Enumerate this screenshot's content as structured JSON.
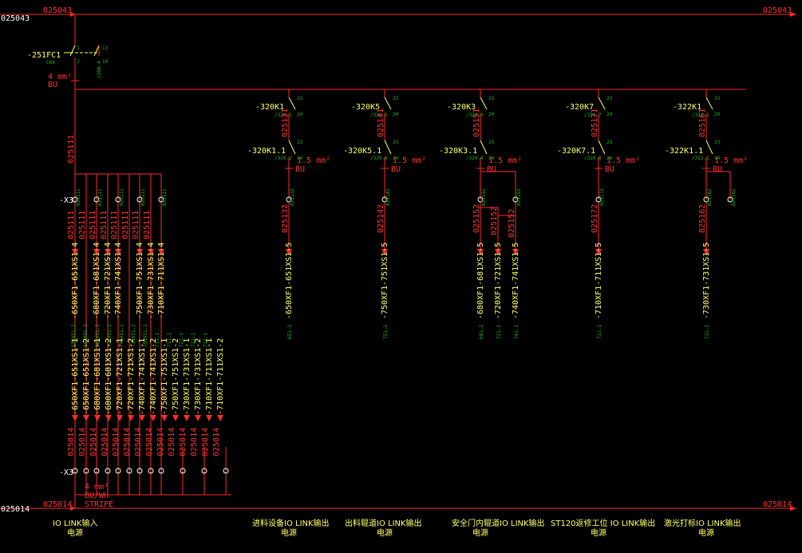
{
  "buses": {
    "top": {
      "left_label": "025043",
      "inner_label": "025043",
      "right_label": "025043"
    },
    "bottom": {
      "left_label": "025014",
      "inner_label": "025014",
      "right_label": "025014"
    }
  },
  "breaker": {
    "tag": "-251FC1",
    "rating": "C6A",
    "terminals": [
      "1",
      "2",
      "13",
      "14"
    ],
    "ref": "/260.4"
  },
  "supply_cable": {
    "size": "4 mm²",
    "color": "BU"
  },
  "supply_wire": "025111",
  "terminal_strip_top": {
    "tag": "-X3"
  },
  "terminal_strip_bottom": {
    "tag": "-X3",
    "size": "4 mm²",
    "color": "BU/WH",
    "note": "STRIPE"
  },
  "left_group": {
    "top_wires": [
      "025111",
      "025111",
      "025111",
      "025111",
      "025111",
      "025111",
      "025111",
      "025111"
    ],
    "top_terms": [
      "025111",
      "025111",
      "025111",
      "025111",
      "025111"
    ],
    "dest_top": [
      "-650XF1-651XS1-4",
      "-680XF1-681XS1-4",
      "-720XF1-721XS1-4",
      "-740XF1-741XS1-4",
      "-750XF1-751XS1-4",
      "-730XF1-731XS1-4",
      "-710XF1-711XS1-4"
    ],
    "mid_refs": [
      "651XS1.2",
      "681XS1.2",
      "681XS1.2",
      "721XS1.2",
      "741XS1.2",
      "731XS1.2",
      "751XS1.2",
      "711.1",
      "711.1",
      "721.1",
      "731.1",
      "711.1"
    ],
    "dest_bottom": [
      "-650XF1-651XS1-1",
      "-650XF1-651XS1-2",
      "-680XF1-681XS1-1",
      "-680XF1-681XS1-2",
      "-720XF1-721XS1-1",
      "-720XF1-721XS1-2",
      "-740XF1-741XS1-1",
      "-740XF1-741XS1-2",
      "-750XF1-751XS1-1",
      "-750XF1-751XS1-2",
      "-730XF1-731XS1-1",
      "-730XF1-731XS1-2",
      "-710XF1-711XS1-1",
      "-710XF1-711XS1-2"
    ],
    "bottom_wires": [
      "025014",
      "025014",
      "025014",
      "025014",
      "025014",
      "025014",
      "025014",
      "025014",
      "025014",
      "025014",
      "025014",
      "025014",
      "025014",
      "025014"
    ],
    "caption_line1": "IO LINK输入",
    "caption_line2": "电源"
  },
  "circuits": [
    {
      "relay_tag": "-320K1",
      "relay_ref": "/320.1",
      "relay_pins": [
        "23",
        "24"
      ],
      "sub_tag": "-320K1.1",
      "sub_ref": "/320.2",
      "sub_pins": [
        "23",
        "24"
      ],
      "wire_mid": "025131",
      "size": "1.5 mm²",
      "color": "BU",
      "term_refs": [
        "025132"
      ],
      "wire_low": "025132",
      "dests": [
        "-650XF1-651XS1-5"
      ],
      "low_refs": [
        "651.2"
      ],
      "caption_line1": "进料设备IO LINK输出",
      "caption_line2": "电源"
    },
    {
      "relay_tag": "-320K5",
      "relay_ref": "/320.5",
      "relay_pins": [
        "23",
        "24"
      ],
      "sub_tag": "-320K5.1",
      "sub_ref": "/320.6",
      "sub_pins": [
        "23",
        "24"
      ],
      "wire_mid": "025141",
      "size": "1.5 mm²",
      "color": "BU",
      "term_refs": [
        "025142"
      ],
      "wire_low": "025142",
      "dests": [
        "-750XF1-751XS1-5"
      ],
      "low_refs": [
        "751.2"
      ],
      "caption_line1": "出料辊道IO LINK输出",
      "caption_line2": "电源"
    },
    {
      "relay_tag": "-320K3",
      "relay_ref": "/320.3",
      "relay_pins": [
        "23",
        "24"
      ],
      "sub_tag": "-320K3.1",
      "sub_ref": "/320.4",
      "sub_pins": [
        "23",
        "24"
      ],
      "wire_mid": "025151",
      "size": "1.5 mm²",
      "color": "BU",
      "term_refs": [
        "025152",
        "025152"
      ],
      "wire_low": "025152",
      "extra_wires": [
        "025152",
        "025152"
      ],
      "dests": [
        "-680XF1-681XS1-5",
        "-720XF1-721XS1-5",
        "-740XF1-741XS1-5"
      ],
      "low_refs": [
        "681.2",
        "721.2",
        "741.2"
      ],
      "caption_line1": "安全门内辊道IO LINK输出",
      "caption_line2": "电源"
    },
    {
      "relay_tag": "-320K7",
      "relay_ref": "/320.7",
      "relay_pins": [
        "23",
        "24"
      ],
      "sub_tag": "-320K7.1",
      "sub_ref": "/320.8",
      "sub_pins": [
        "23",
        "24"
      ],
      "wire_mid": "025171",
      "size": "1.5 mm²",
      "color": "BU",
      "term_refs": [
        "025172"
      ],
      "wire_low": "025172",
      "dests": [
        "-710XF1-711XS1-5"
      ],
      "low_refs": [
        "711.2"
      ],
      "caption_line1": "ST120返修工位 IO LINK输出",
      "caption_line2": "电源"
    },
    {
      "relay_tag": "-322K1",
      "relay_ref": "/322.1",
      "relay_pins": [
        "23",
        "24"
      ],
      "sub_tag": "-322K1.1",
      "sub_ref": "/322.1",
      "sub_pins": [
        "23",
        "24"
      ],
      "wire_mid": "025161",
      "size": "1.5 mm²",
      "color": "BU",
      "term_refs": [
        "025162",
        "025162"
      ],
      "wire_low": "025162",
      "dests": [
        "-730XF1-731XS1-5"
      ],
      "low_refs": [
        "731.2"
      ],
      "caption_line1": "激光打标IO LINK输出",
      "caption_line2": "电源"
    }
  ],
  "colors": {
    "background": "#000000",
    "wire": "#ff2a2a",
    "text": "#ffff66",
    "ref": "#22bb22",
    "terminal": "#ffffff"
  }
}
